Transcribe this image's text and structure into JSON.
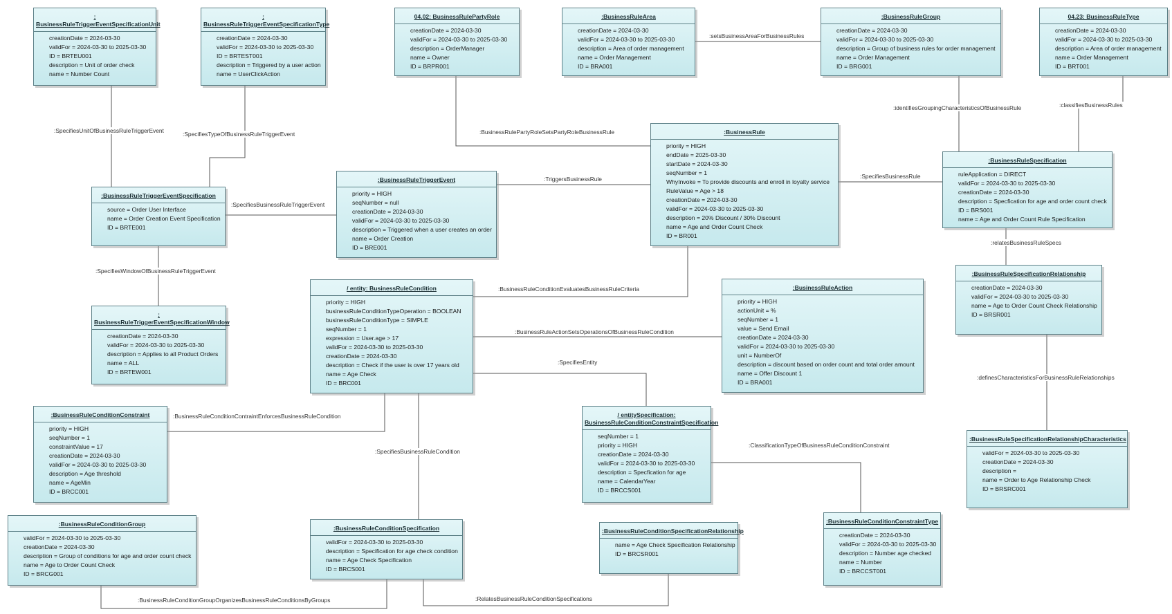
{
  "boxes": [
    {
      "id": "tesu",
      "title1": ":",
      "title2": "BusinessRuleTriggerEventSpecificationUnit",
      "attrs": [
        "creationDate = 2024-03-30",
        "validFor = 2024-03-30 to 2025-03-30",
        "ID = BRTEU001",
        "description = Unit of order check",
        "name = Number Count"
      ]
    },
    {
      "id": "test",
      "title1": ":",
      "title2": "BusinessRuleTriggerEventSpecificationType",
      "attrs": [
        "creationDate = 2024-03-30",
        "validFor = 2024-03-30 to 2025-03-30",
        "ID = BRTEST001",
        "description = Triggered by a user action",
        "name = UserClickAction"
      ]
    },
    {
      "id": "partyrole",
      "title1": "04.02: BusinessRulePartyRole",
      "title2": "",
      "attrs": [
        "creationDate = 2024-03-30",
        "validFor = 2024-03-30 to 2025-03-30",
        "description = OrderManager",
        "name = Owner",
        "ID = BRPR001"
      ]
    },
    {
      "id": "area",
      "title1": ":BusinessRuleArea",
      "title2": "",
      "attrs": [
        "creationDate = 2024-03-30",
        "validFor = 2024-03-30 to 2025-03-30",
        "description = Area of order management",
        "name = Order Management",
        "ID = BRA001"
      ]
    },
    {
      "id": "group",
      "title1": ":BusinessRuleGroup",
      "title2": "",
      "attrs": [
        "creationDate = 2024-03-30",
        "validFor = 2024-03-30 to 2025-03-30",
        "description = Group of business rules for order management",
        "name = Order Management",
        "ID = BRG001"
      ]
    },
    {
      "id": "type",
      "title1": "04.23: BusinessRuleType",
      "title2": "",
      "attrs": [
        "creationDate = 2024-03-30",
        "validFor = 2024-03-30 to 2025-03-30",
        "description = Area of order management",
        "name = Order Management",
        "ID = BRT001"
      ]
    },
    {
      "id": "tes",
      "title1": ":BusinessRuleTriggerEventSpecification",
      "title2": "",
      "attrs": [
        "source = Order User Interface",
        "name = Order Creation Event Specification",
        "ID = BRTE001"
      ]
    },
    {
      "id": "te",
      "title1": ":BusinessRuleTriggerEvent",
      "title2": "",
      "attrs": [
        "priority = HIGH",
        "seqNumber = null",
        "creationDate = 2024-03-30",
        "validFor = 2024-03-30 to 2025-03-30",
        "description = Triggered when a user creates an order",
        "name = Order Creation",
        "ID = BRE001"
      ]
    },
    {
      "id": "rule",
      "title1": ":BusinessRule",
      "title2": "",
      "attrs": [
        "priority = HIGH",
        "endDate = 2025-03-30",
        "startDate = 2024-03-30",
        "seqNumber = 1",
        "WhyInvoke = To provide discounts and enroll in loyalty service",
        "RuleValue = Age > 18",
        "creationDate = 2024-03-30",
        "validFor = 2024-03-30 to 2025-03-30",
        "description = 20% Discount / 30% Discount",
        "name = Age and Order Count Check",
        "ID = BR001"
      ]
    },
    {
      "id": "spec",
      "title1": ":BusinessRuleSpecification",
      "title2": "",
      "attrs": [
        "ruleApplication = DIRECT",
        "validFor = 2024-03-30 to 2025-03-30",
        "creationDate = 2024-03-30",
        "description = Specfication for age and order count check",
        "ID = BRS001",
        "name = Age and Order Count Rule Specification"
      ]
    },
    {
      "id": "tesw",
      "title1": ":",
      "title2": "BusinessRuleTriggerEventSpecificationWindow",
      "attrs": [
        "creationDate = 2024-03-30",
        "validFor = 2024-03-30 to 2025-03-30",
        "description = Applies to all Product Orders",
        "name = ALL",
        "ID = BRTEW001"
      ]
    },
    {
      "id": "cond",
      "title1": "/ entity: BusinessRuleCondition",
      "title2": "",
      "attrs": [
        "priority = HIGH",
        "businessRuleConditionTypeOperation = BOOLEAN",
        "businessRuleConditionType = SIMPLE",
        "seqNumber = 1",
        "expression = User.age > 17",
        "validFor = 2024-03-30 to 2025-03-30",
        "creationDate = 2024-03-30",
        "description = Check if the user is over 17 years old",
        "name = Age Check",
        "ID = BRC001"
      ]
    },
    {
      "id": "action",
      "title1": ":BusinessRuleAction",
      "title2": "",
      "attrs": [
        "priority = HIGH",
        "actionUnit = %",
        "seqNumber = 1",
        "value = Send Email",
        "creationDate = 2024-03-30",
        "validFor = 2024-03-30 to 2025-03-30",
        "unit = NumberOf",
        "description = discount based on order count and total order amount",
        "name = Offer Discount 1",
        "ID = BRA001"
      ]
    },
    {
      "id": "specrel",
      "title1": ":BusinessRuleSpecificationRelationship",
      "title2": "",
      "attrs": [
        "creationDate = 2024-03-30",
        "validFor = 2024-03-30 to 2025-03-30",
        "name = Age to Order Count Check Relationship",
        "ID = BRSR001"
      ]
    },
    {
      "id": "constraint",
      "title1": ":BusinessRuleConditionConstraint",
      "title2": "",
      "attrs": [
        "priority = HIGH",
        "seqNumber = 1",
        "constraintValue = 17",
        "creationDate = 2024-03-30",
        "validFor = 2024-03-30 to 2025-03-30",
        "description = Age threshold",
        "name = AgeMin",
        "ID = BRCC001"
      ]
    },
    {
      "id": "ccs",
      "title1": "/ entitySpecification:",
      "title2": "BusinessRuleConditionConstraintSpecification",
      "attrs": [
        "seqNumber = 1",
        "priority = HIGH",
        "creationDate = 2024-03-30",
        "validFor = 2024-03-30 to 2025-03-30",
        "description = Specfication for age",
        "name = CalendarYear",
        "ID = BRCCS001"
      ]
    },
    {
      "id": "specrelchar",
      "title1": ":BusinessRuleSpecificationRelationshipCharacteristics",
      "title2": "",
      "attrs": [
        "validFor = 2024-03-30 to 2025-03-30",
        "creationDate = 2024-03-30",
        "description =",
        "name = Order to Age Relationship Check",
        "ID = BRSRC001"
      ]
    },
    {
      "id": "condgroup",
      "title1": ":BusinessRuleConditionGroup",
      "title2": "",
      "attrs": [
        "validFor = 2024-03-30 to 2025-03-30",
        "creationDate = 2024-03-30",
        "description = Group of conditions for age and order count check",
        "name = Age to Order Count Check",
        "ID = BRCG001"
      ]
    },
    {
      "id": "condspec",
      "title1": ":BusinessRuleConditionSpecification",
      "title2": "",
      "attrs": [
        "validFor = 2024-03-30 to 2025-03-30",
        "description = Specification for age check condition",
        "name = Age Check Specification",
        "ID = BRCS001"
      ]
    },
    {
      "id": "condspecrel",
      "title1": ":BusinessRuleConditionSpecificationRelationship",
      "title2": "",
      "attrs": [
        "name = Age Check Specification Relationship",
        "ID = BRCSR001"
      ]
    },
    {
      "id": "cctype",
      "title1": ":BusinessRuleConditionConstraintType",
      "title2": "",
      "attrs": [
        "creationDate = 2024-03-30",
        "validFor = 2024-03-30 to 2025-03-30",
        "description = Number age checked",
        "name = Number",
        "ID = BRCCST001"
      ]
    }
  ],
  "links": [
    {
      "id": "l1",
      "label": ":SpecifiesUnitOfBusinessRuleTriggerEvent"
    },
    {
      "id": "l2",
      "label": ":SpecifiesTypeOfBusinessRuleTriggerEvent"
    },
    {
      "id": "l3",
      "label": ":BusinessRulePartyRoleSetsPartyRoleBusinessRule"
    },
    {
      "id": "l4",
      "label": ":setsBusinessAreaForBusinessRules"
    },
    {
      "id": "l5",
      "label": ":identifiesGroupingCharacteristicsOfBusinessRule"
    },
    {
      "id": "l6",
      "label": ":classifiesBusinessRules"
    },
    {
      "id": "l7",
      "label": ":SpecifiesBusinessRuleTriggerEvent"
    },
    {
      "id": "l8",
      "label": ":TriggersBusinessRule"
    },
    {
      "id": "l9",
      "label": ":SpecifiesBusinessRule"
    },
    {
      "id": "l10",
      "label": ":SpecifiesWindowOfBusinessRuleTriggerEvent"
    },
    {
      "id": "l11",
      "label": ":BusinessRuleConditionEvaluatesBusinessRuleCriteria"
    },
    {
      "id": "l12",
      "label": ":relatesBusinessRuleSpecs"
    },
    {
      "id": "l13",
      "label": ":BusinessRuleActionSetsOperationsOfBusinessRuleCondition"
    },
    {
      "id": "l14",
      "label": ":SpecifiesEntity"
    },
    {
      "id": "l15",
      "label": ":definesCharacteristicsForBusinessRuleRelationships"
    },
    {
      "id": "l16",
      "label": ":BusinessRuleConditionContraintEnforcesBusinessRuleCondition"
    },
    {
      "id": "l17",
      "label": ":SpecifiesBusinessRuleCondition"
    },
    {
      "id": "l18",
      "label": ":ClassificationTypeOfBusinessRuleConditionConstraint"
    },
    {
      "id": "l19",
      "label": ":BusinessRuleConditionGroupOrganizesBusinessRuleConditionsByGroups"
    },
    {
      "id": "l20",
      "label": ":RelatesBusinessRuleConditionSpecifications"
    }
  ]
}
